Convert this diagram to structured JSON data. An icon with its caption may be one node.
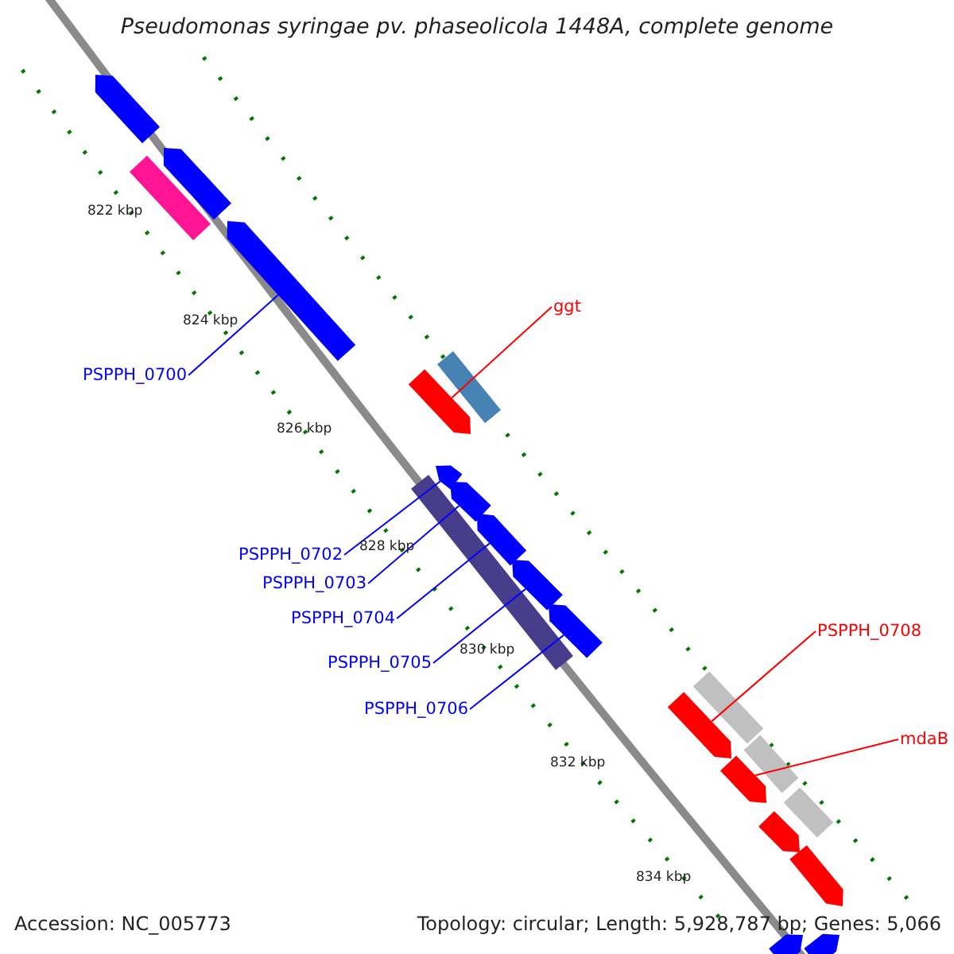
{
  "diagram": {
    "title": "Pseudomonas syringae pv. phaseolicola 1448A, complete genome",
    "nodes": [
      {
        "text": [
          "ggt"
        ]
      },
      {
        "text": [],
        "shape": "arrow"
      },
      {
        "text": [
          "PSPPH_0700"
        ]
      },
      {
        "text": [],
        "shape": "arrow"
      },
      {
        "text": [
          "PSPPH_0702"
        ]
      },
      {
        "text": [],
        "shape": "arrow"
      },
      {
        "text": [
          "PSPPH_0703"
        ]
      },
      {
        "text": [],
        "shape": "arrow"
      },
      {
        "text": [
          "PSPPH_0704"
        ]
      },
      {
        "text": [],
        "shape": "arrow"
      },
      {
        "text": [
          "PSPPH_0705"
        ]
      },
      {
        "text": [],
        "shape": "arrow"
      },
      {
        "text": [
          "PSPPH_0706"
        ]
      },
      {
        "text": [],
        "shape": "arrow"
      },
      {
        "text": [
          "PSPPH_0708"
        ]
      },
      {
        "text": [],
        "shape": "arrow"
      },
      {
        "text": [
          "mdaB"
        ]
      },
      {
        "text": [],
        "shape": "arrow"
      }
    ],
    "edges": [
      {
        "from": 0,
        "to": 1,
        "arrow": "none",
        "color": "#ff0000"
      },
      {
        "from": 2,
        "to": 3,
        "arrow": "none"
      },
      {
        "from": 4,
        "to": 5,
        "arrow": "none"
      },
      {
        "from": 6,
        "to": 7,
        "arrow": "none"
      },
      {
        "from": 8,
        "to": 9,
        "arrow": "none"
      },
      {
        "from": 10,
        "to": 11,
        "arrow": "none"
      },
      {
        "from": 12,
        "to": 13,
        "arrow": "none"
      },
      {
        "from": 14,
        "to": 15,
        "arrow": "none",
        "color": "#ff0000"
      },
      {
        "from": 16,
        "to": 17,
        "arrow": "none",
        "color": "#ff0000"
      }
    ],
    "labels": [
      "822 kbp",
      "824 kbp",
      "826 kbp",
      "828 kbp",
      "830 kbp",
      "832 kbp",
      "834 kbp",
      "Accession: NC_005773",
      "Topology: circular; Length: 5,928,787 bp; Genes: 5,066"
    ]
  }
}
